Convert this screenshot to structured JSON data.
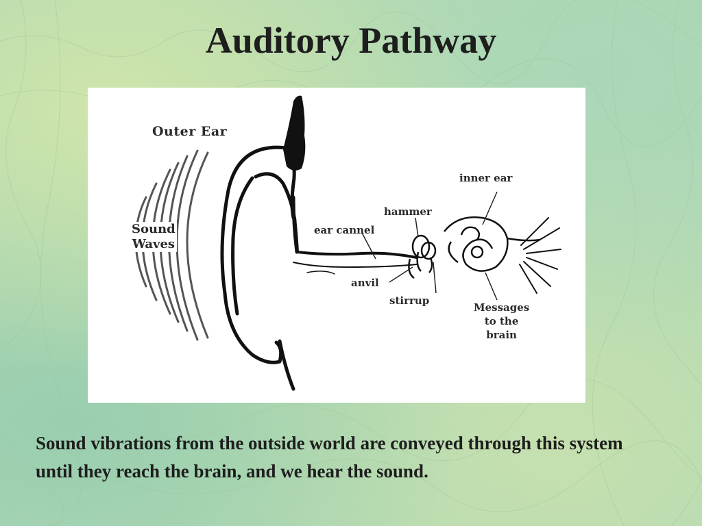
{
  "slide": {
    "title": "Auditory Pathway",
    "caption": "Sound vibrations from the outside world are conveyed through this system until they reach the brain, and we hear the sound."
  },
  "diagram": {
    "labels": {
      "outer_ear": "Outer Ear",
      "sound_waves_line1": "Sound",
      "sound_waves_line2": "Waves",
      "inner_ear": "inner ear",
      "hammer": "hammer",
      "ear_canal": "ear cannel",
      "anvil": "anvil",
      "stirrup": "stirrup",
      "messages_line1": "Messages",
      "messages_line2": "to the",
      "messages_line3": "brain"
    }
  },
  "colors": {
    "background": "#b9dcb0",
    "ink": "#1e1e1e",
    "figure_bg": "#ffffff"
  }
}
